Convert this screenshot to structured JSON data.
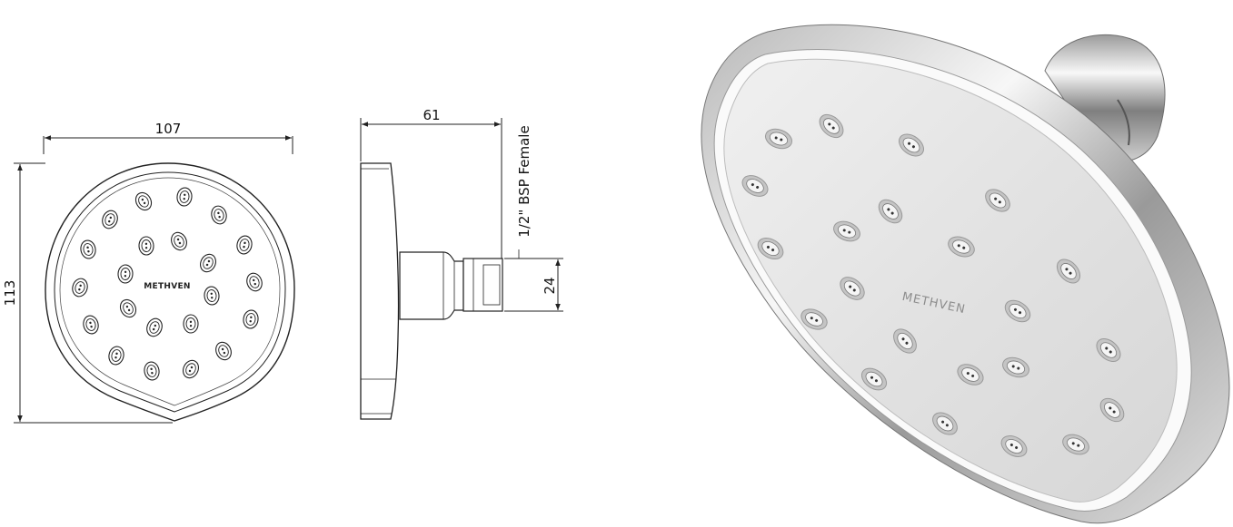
{
  "diagram": {
    "brand": "METHVEN",
    "dimensions": {
      "width": "107",
      "height": "113",
      "depth": "61",
      "connector": "24",
      "thread": "1/2\" BSP Female"
    },
    "colors": {
      "line": "#222222",
      "chrome_dark": "#8a8a8a",
      "chrome_light": "#f2f2f2",
      "face": "#e6e6e6"
    }
  }
}
